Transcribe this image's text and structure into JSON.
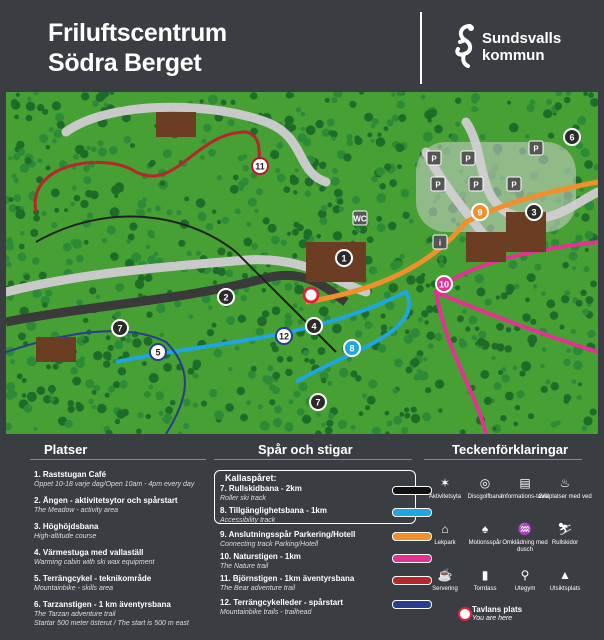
{
  "header": {
    "title_line1": "Friluftscentrum",
    "title_line2": "Södra Berget",
    "logo_line1": "Sundsvalls",
    "logo_line2": "kommun"
  },
  "map": {
    "markers": [
      "1",
      "2",
      "3",
      "4",
      "5",
      "6",
      "7",
      "7",
      "8",
      "9",
      "10",
      "11",
      "12"
    ],
    "marker_colors": {
      "dark": "#2b2b2b",
      "blue_ring": "#2a3c8e",
      "red_ring": "#c41230",
      "orange": "#f0902a",
      "pink": "#e23393",
      "light_blue": "#1ea6e0"
    },
    "facility_labels": [
      "P",
      "P",
      "P",
      "P",
      "P",
      "P",
      "WC",
      "i",
      "6"
    ]
  },
  "legend": {
    "places_title": "Platser",
    "trails_title": "Spår och stigar",
    "symbols_title": "Teckenförklaringar",
    "places": [
      {
        "num": "1.",
        "name": "Raststugan Café",
        "sub": "Öppet 10-18 varje dag/Open 10am - 4pm every day"
      },
      {
        "num": "2.",
        "name": "Ängen - aktivitetsytor och spårstart",
        "sub": "The Meadow - activity area"
      },
      {
        "num": "3.",
        "name": "Höghöjdsbana",
        "sub": "High-altitude course"
      },
      {
        "num": "4.",
        "name": "Värmestuga med vallaställ",
        "sub": "Warming cabin with ski wax equipment"
      },
      {
        "num": "5.",
        "name": "Terrängcykel - teknikområde",
        "sub": "Mountainbike - skills area"
      },
      {
        "num": "6.",
        "name": "Tarzanstigen - 1 km äventyrsbana",
        "sub": "The Tarzan adventure trail"
      },
      {
        "num": "",
        "name": "",
        "sub": "Startar 500 meter österut / The start is 500 m east"
      }
    ],
    "kallspar_title": "Kallaspåret:",
    "trails": [
      {
        "name": "7. Rullskidbana - 2km",
        "sub": "Roller ski track",
        "color": "#111111"
      },
      {
        "name": "8. Tillgänglighetsbana - 1km",
        "sub": "Accessibility track",
        "color": "#1ea6e0"
      },
      {
        "name": "9. Anslutningsspår Parkering/Hotell",
        "sub": "Connecting track Parking/Hotell",
        "color": "#f0902a"
      },
      {
        "name": "10. Naturstigen - 1km",
        "sub": "The Nature trail",
        "color": "#e23393"
      },
      {
        "name": "11. Björnstigen - 1km äventyrsbana",
        "sub": "The Bear adventure trail",
        "color": "#b5272d"
      },
      {
        "name": "12. Terrängcykelleder - spårstart",
        "sub": "Mountainbike trails - trailhead",
        "color": "#2a3c8e"
      }
    ],
    "symbols": [
      {
        "icon": "activity-icon",
        "glyph": "✶",
        "label": "Aktivitetsyta"
      },
      {
        "icon": "discgolf-icon",
        "glyph": "◎",
        "label": "Discgolfbana"
      },
      {
        "icon": "info-board-icon",
        "glyph": "▤",
        "label": "Informations-tavla"
      },
      {
        "icon": "grill-icon",
        "glyph": "♨",
        "label": "Grillplatser med ved"
      },
      {
        "icon": "playground-icon",
        "glyph": "⌂",
        "label": "Lekpark"
      },
      {
        "icon": "fitness-trail-icon",
        "glyph": "♠",
        "label": "Motionsspår"
      },
      {
        "icon": "shower-icon",
        "glyph": "♒",
        "label": "Omklädning med dusch"
      },
      {
        "icon": "roller-ski-icon",
        "glyph": "⛷",
        "label": "Rullskidor"
      },
      {
        "icon": "service-icon",
        "glyph": "☕",
        "label": "Servering"
      },
      {
        "icon": "dry-toilet-icon",
        "glyph": "▮",
        "label": "Torrdass"
      },
      {
        "icon": "outdoor-gym-icon",
        "glyph": "⚲",
        "label": "Utegym"
      },
      {
        "icon": "viewpoint-icon",
        "glyph": "▲",
        "label": "Utsiktsplats"
      }
    ],
    "you_are_here": "Tavlans plats",
    "you_are_here_sub": "You are here"
  }
}
